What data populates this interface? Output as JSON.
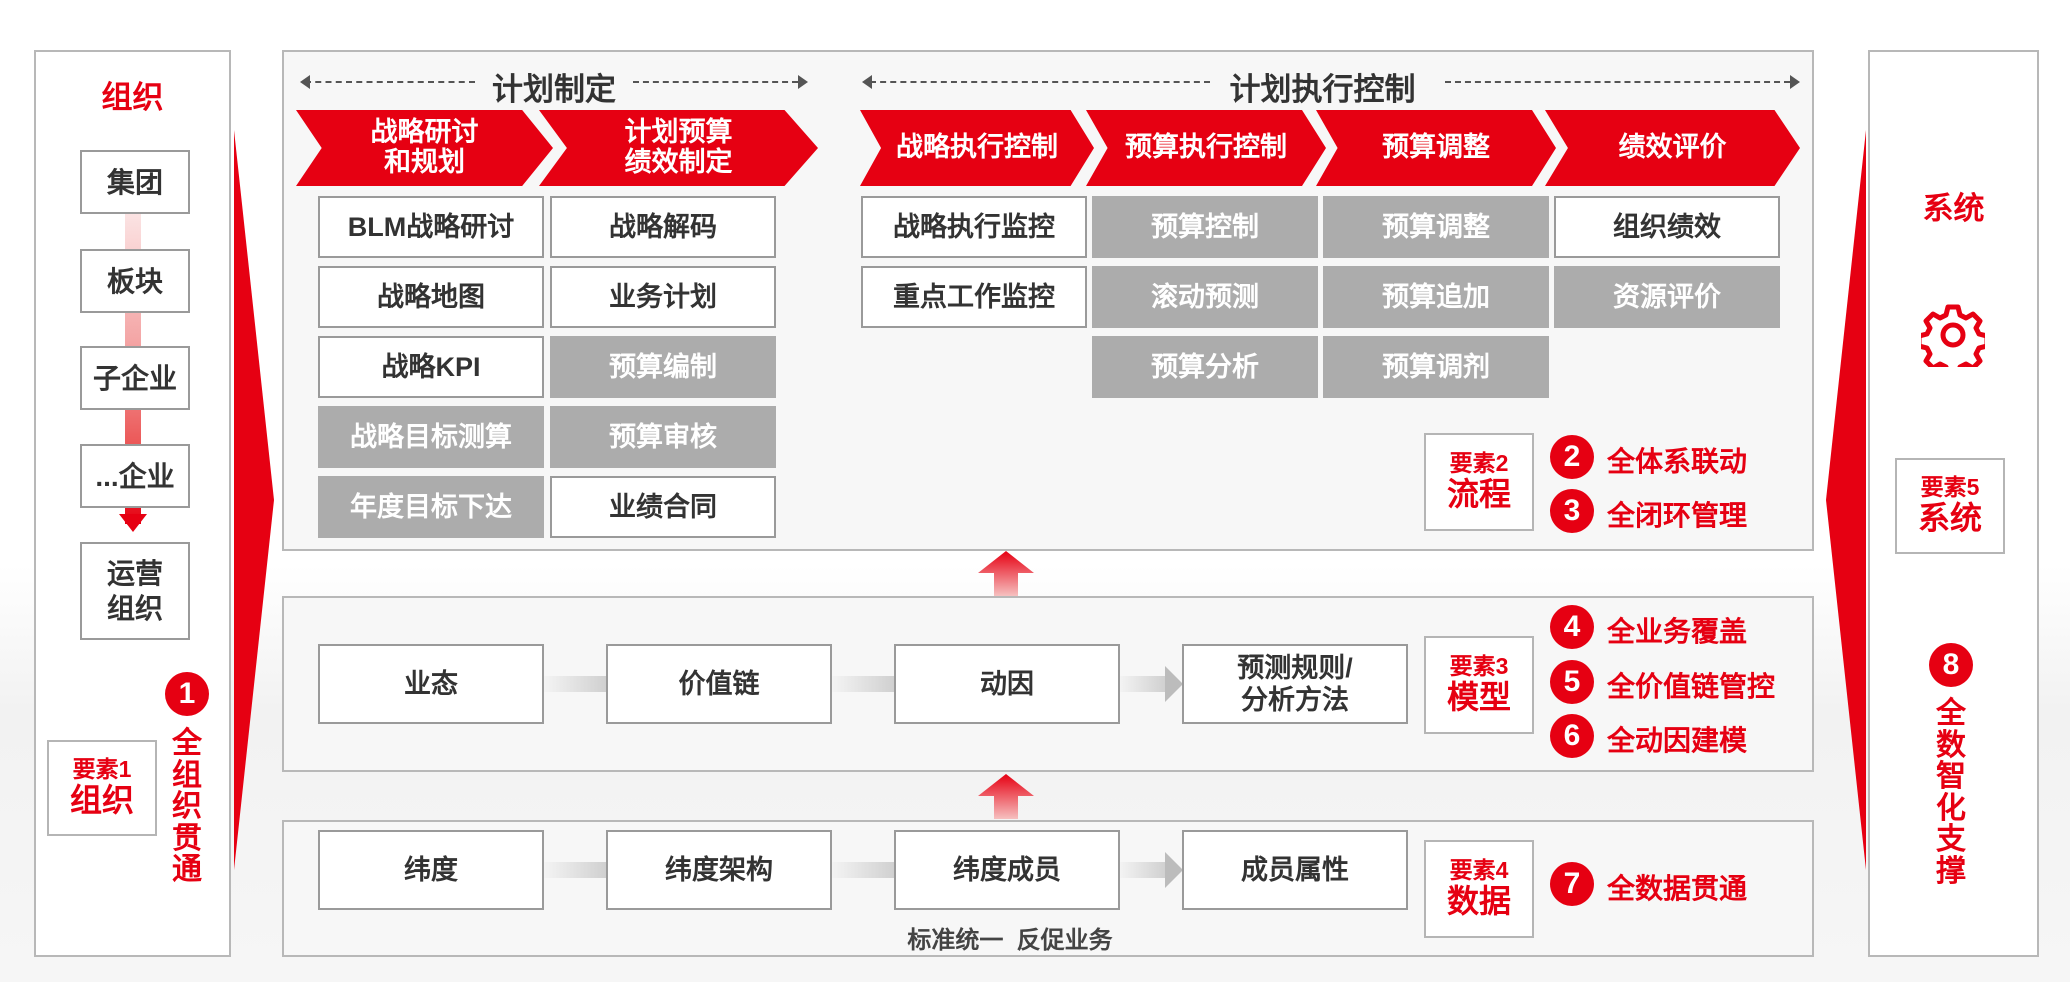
{
  "organization": {
    "title": "组织",
    "levels": [
      "集团",
      "板块",
      "子企业",
      "...企业",
      "运营\n组织"
    ],
    "element": {
      "label": "要素1",
      "name": "组织"
    },
    "feature": {
      "num": "1",
      "text": "全组织贯通"
    }
  },
  "process": {
    "planning_header": "计划制定",
    "execution_header": "计划执行控制",
    "stages": [
      "战略研讨\n和规划",
      "计划预算\n绩效制定",
      "战略执行控制",
      "预算执行控制",
      "预算调整",
      "绩效评价"
    ],
    "columns": [
      [
        {
          "label": "BLM战略研讨",
          "grey": false
        },
        {
          "label": "战略地图",
          "grey": false
        },
        {
          "label": "战略KPI",
          "grey": false
        },
        {
          "label": "战略目标测算",
          "grey": true
        },
        {
          "label": "年度目标下达",
          "grey": true
        }
      ],
      [
        {
          "label": "战略解码",
          "grey": false
        },
        {
          "label": "业务计划",
          "grey": false
        },
        {
          "label": "预算编制",
          "grey": true
        },
        {
          "label": "预算审核",
          "grey": true
        },
        {
          "label": "业绩合同",
          "grey": false
        }
      ],
      [
        {
          "label": "战略执行监控",
          "grey": false
        },
        {
          "label": "重点工作监控",
          "grey": false
        }
      ],
      [
        {
          "label": "预算控制",
          "grey": true
        },
        {
          "label": "滚动预测",
          "grey": true
        },
        {
          "label": "预算分析",
          "grey": true
        }
      ],
      [
        {
          "label": "预算调整",
          "grey": true
        },
        {
          "label": "预算追加",
          "grey": true
        },
        {
          "label": "预算调剂",
          "grey": true
        }
      ],
      [
        {
          "label": "组织绩效",
          "grey": false
        },
        {
          "label": "资源评价",
          "grey": true
        }
      ]
    ],
    "element": {
      "label": "要素2",
      "name": "流程"
    },
    "features": [
      {
        "num": "2",
        "text": "全体系联动"
      },
      {
        "num": "3",
        "text": "全闭环管理"
      }
    ]
  },
  "model": {
    "boxes": [
      "业态",
      "价值链",
      "动因",
      "预测规则/\n分析方法"
    ],
    "element": {
      "label": "要素3",
      "name": "模型"
    },
    "features": [
      {
        "num": "4",
        "text": "全业务覆盖"
      },
      {
        "num": "5",
        "text": "全价值链管控"
      },
      {
        "num": "6",
        "text": "全动因建模"
      }
    ]
  },
  "data": {
    "boxes": [
      "纬度",
      "纬度架构",
      "纬度成员",
      "成员属性"
    ],
    "caption": "标准统一  反促业务",
    "element": {
      "label": "要素4",
      "name": "数据"
    },
    "features": [
      {
        "num": "7",
        "text": "全数据贯通"
      }
    ]
  },
  "system": {
    "title": "系统",
    "icon": "gear-icon",
    "element": {
      "label": "要素5",
      "name": "系统"
    },
    "feature": {
      "num": "8",
      "text": "全数智化支撑"
    }
  },
  "colors": {
    "accent": "#e60012",
    "grey_box": "#acacac"
  }
}
